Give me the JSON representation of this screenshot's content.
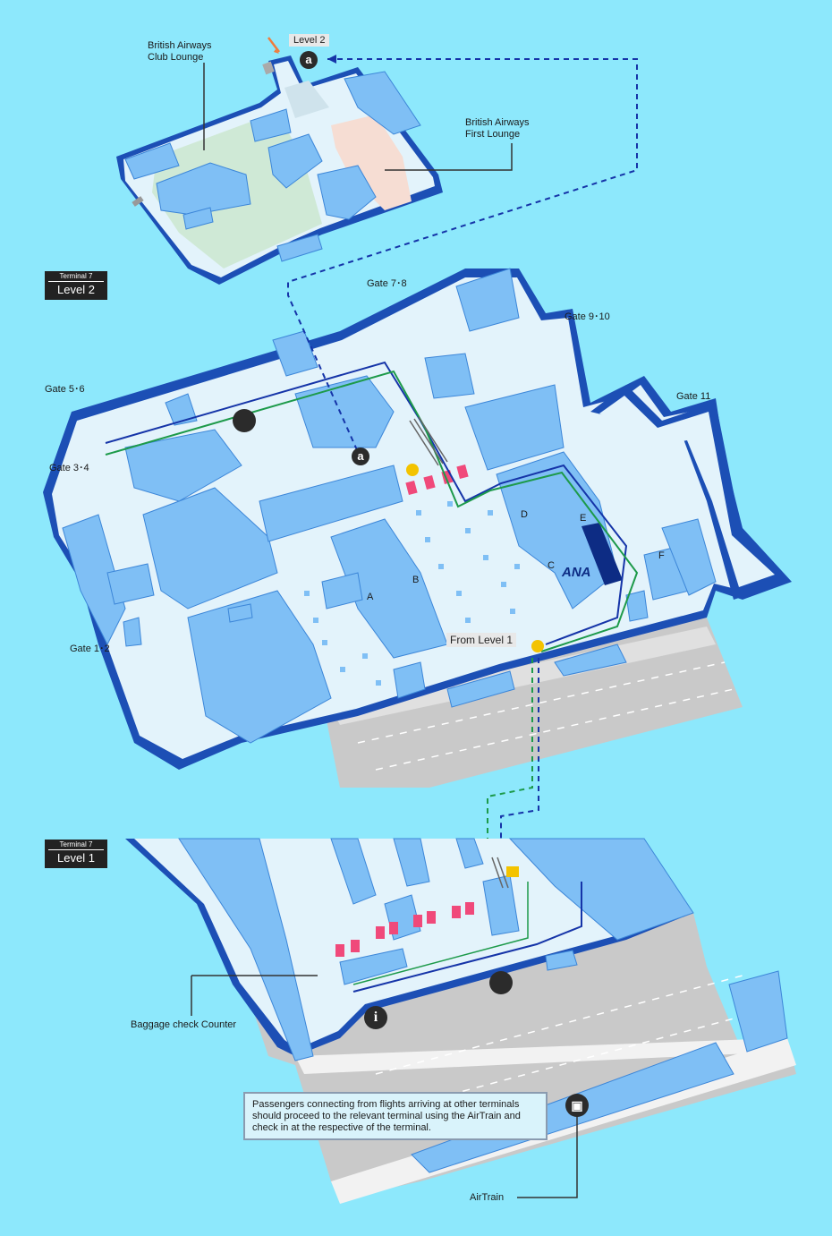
{
  "colors": {
    "background": "#8de8fc",
    "floor": "#e3f3fb",
    "block": "#7fbff5",
    "wall": "#1c4fb5",
    "lounge_club": "#cfe9d6",
    "lounge_first": "#f6ddd3",
    "ana_dark": "#0d2c84",
    "route_blue": "#1534a8",
    "route_green": "#1d9a4a",
    "counter_pink": "#f0497a",
    "road": "#c9c9c9"
  },
  "top_floor": {
    "level_tag": "Level 2",
    "marker": "a",
    "club_lounge_label": "British Airways\nClub Lounge",
    "first_lounge_label": "British Airways\nFirst Lounge"
  },
  "level2": {
    "badge_terminal": "Terminal 7",
    "badge_level": "Level 2",
    "gates": [
      "Gate 7･8",
      "Gate 9･10",
      "Gate 11",
      "Gate 5･6",
      "Gate 3･4",
      "Gate 1･2"
    ],
    "areas": [
      "A",
      "B",
      "C",
      "D",
      "E",
      "F"
    ],
    "ana_logo": "ANA",
    "marker": "a",
    "from_level1": "From Level 1"
  },
  "level1": {
    "badge_terminal": "Terminal 7",
    "badge_level": "Level 1",
    "baggage_label": "Baggage check Counter",
    "info_icon": "i",
    "notice": "Passengers connecting from flights arriving at other terminals\nshould proceed to the relevant terminal using the AirTrain and\ncheck in at the respective of the terminal.",
    "airtrain_label": "AirTrain"
  }
}
